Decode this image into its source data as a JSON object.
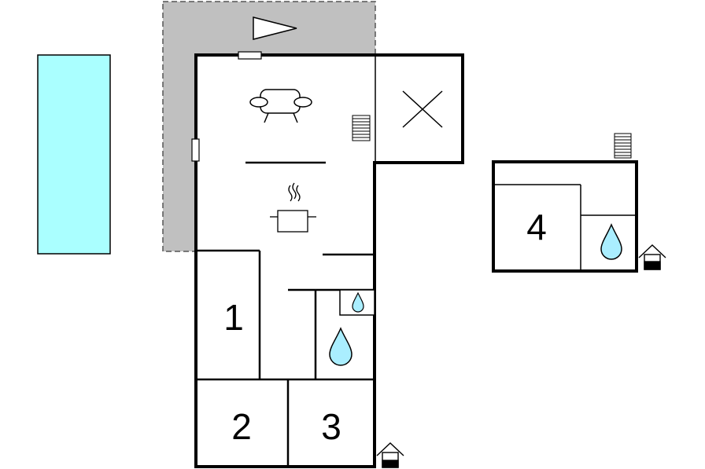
{
  "rooms": {
    "room1": "1",
    "room2": "2",
    "room3": "3",
    "room4": "4"
  },
  "colors": {
    "pool": "#aaffff",
    "terrace": "#c0c0c0",
    "water": "#aaeeff",
    "wall": "#000000",
    "background": "#ffffff"
  },
  "icons": [
    "pool-area",
    "terrace-area",
    "direction-arrow-icon",
    "sofa-icon",
    "cooking-pot-icon",
    "stairs-icon",
    "open-space-cross-icon",
    "water-drop-icon",
    "entrance-house-icon"
  ]
}
